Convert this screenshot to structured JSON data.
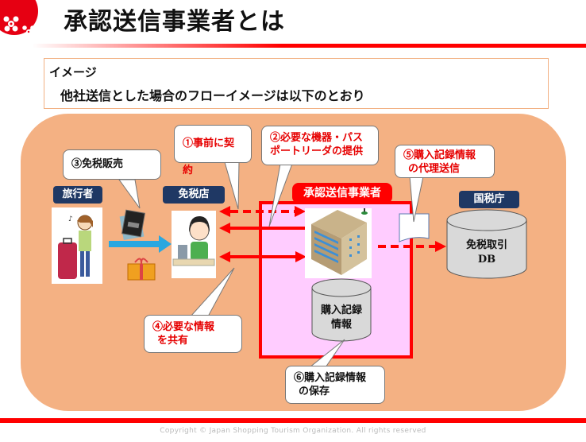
{
  "header": {
    "title": "承認送信事業者とは",
    "accent_color": "#ff0000"
  },
  "image_box": {
    "heading": "イメージ",
    "body": "他社送信とした場合のフローイメージは以下のとおり"
  },
  "diagram": {
    "panel_color": "#f4b183",
    "actors": {
      "traveler": "旅行者",
      "store": "免税店",
      "operator": "承認送信事業者",
      "tax_agency": "国税庁"
    },
    "databases": {
      "tax_db_line1": "免税取引",
      "tax_db_line2": "DB",
      "records_line1": "購入記録",
      "records_line2": "情報"
    },
    "callouts": {
      "step1": "①事前に契約",
      "step2_line1": "②必要な機器・パス",
      "step2_line2": "ポートリーダの提供",
      "step3": "③免税販売",
      "step4_line1": "④必要な情報",
      "step4_line2": "を共有",
      "step5_line1": "⑤購入記録情報",
      "step5_line2": "の代理送信",
      "step6_line1": "⑥購入記録情報",
      "step6_line2": "の保存"
    },
    "icons": {
      "traveler": "traveler-with-suitcase-icon",
      "passport": "passport-icon",
      "gift": "gift-box-icon",
      "clerk": "store-clerk-icon",
      "building": "office-building-icon",
      "document": "document-icon"
    }
  },
  "footer": {
    "copyright": "Copyright © Japan Shopping Tourism Organization. All rights reserved"
  }
}
